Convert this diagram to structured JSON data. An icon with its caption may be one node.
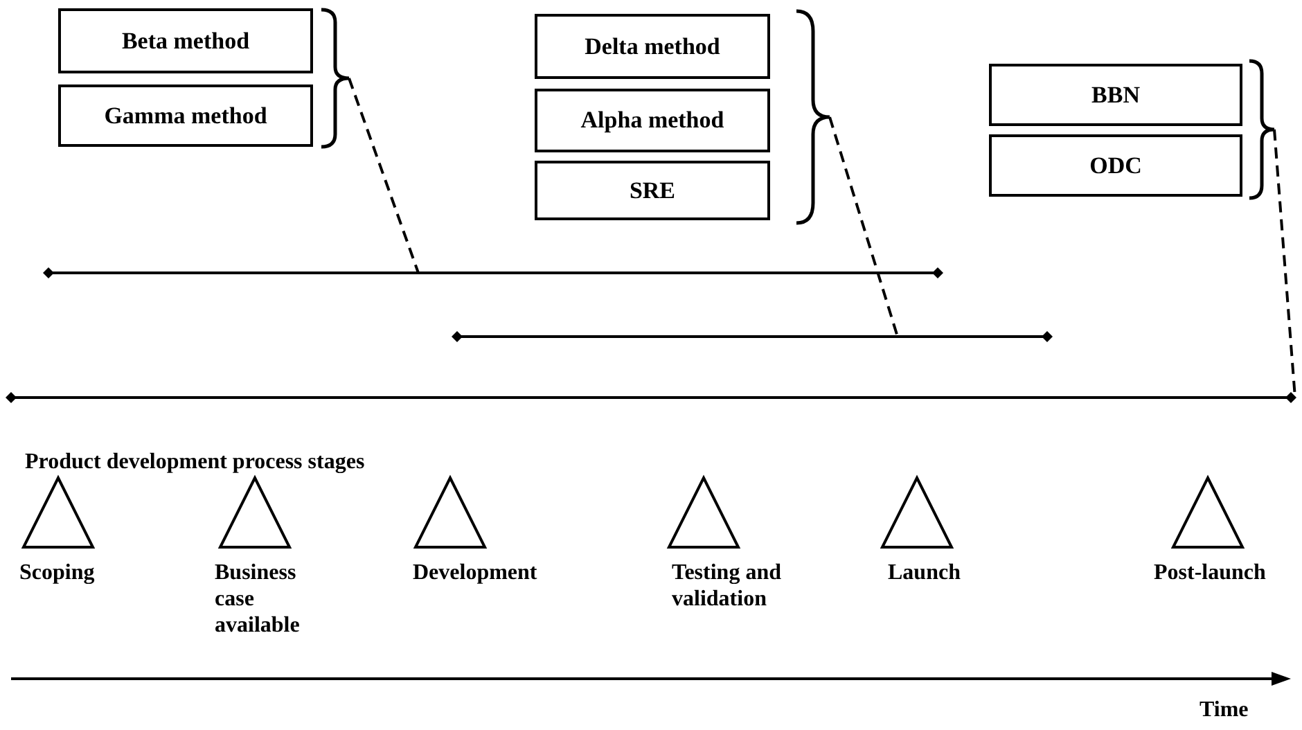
{
  "diagram": {
    "nodes": [
      {
        "text": [
          "Beta method"
        ]
      },
      {
        "text": [
          "Gamma method"
        ]
      },
      {
        "text": [
          "Delta method"
        ]
      },
      {
        "text": [
          "Alpha method"
        ]
      },
      {
        "text": [
          "SRE"
        ]
      },
      {
        "text": [
          "BBN"
        ]
      },
      {
        "text": [
          "ODC"
        ]
      },
      {
        "text": [],
        "shape": "bracket"
      },
      {
        "text": [],
        "shape": "bracket"
      },
      {
        "text": [],
        "shape": "bracket"
      },
      {
        "text": [],
        "shape": "bar"
      },
      {
        "text": [],
        "shape": "bar"
      },
      {
        "text": [],
        "shape": "bar"
      },
      {
        "text": [
          "Scoping"
        ]
      },
      {
        "text": [
          "Business case available"
        ]
      },
      {
        "text": [
          "Development"
        ]
      },
      {
        "text": [
          "Testing and validation"
        ]
      },
      {
        "text": [
          "Launch"
        ]
      },
      {
        "text": [
          "Post-launch"
        ]
      }
    ],
    "edges": [
      {
        "from": 7,
        "to": 10,
        "arrow": "none",
        "style": "dashed"
      },
      {
        "from": 8,
        "to": 11,
        "arrow": "none",
        "style": "dashed"
      },
      {
        "from": 9,
        "to": 12,
        "arrow": "none",
        "style": "dashed"
      }
    ],
    "labels": [
      "Product development process stages",
      "Time"
    ]
  }
}
